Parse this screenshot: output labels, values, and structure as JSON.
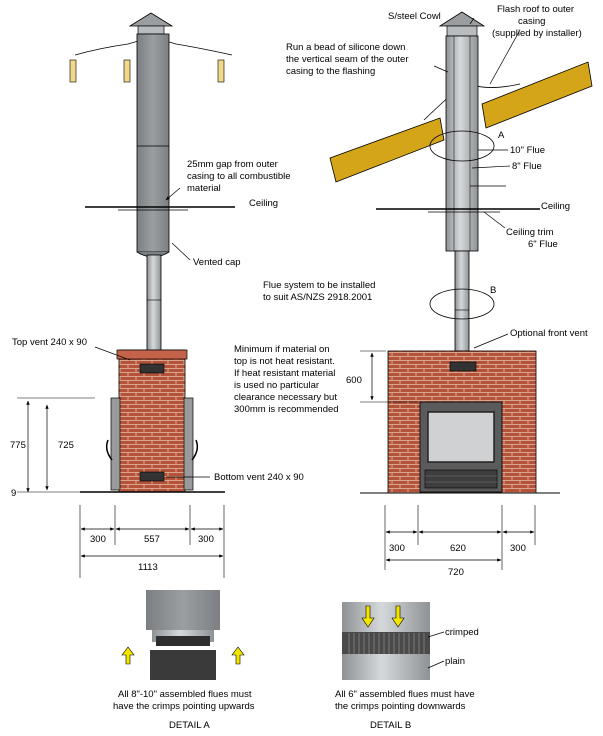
{
  "labels": {
    "gap_1": "25mm gap from outer",
    "gap_2": "casing to all combustible",
    "gap_3": "material",
    "ceiling_left": "Ceiling",
    "vented_cap": "Vented cap",
    "top_vent": "Top vent 240 x 90",
    "bottom_vent": "Bottom vent 240 x 90",
    "steel_cowl": "S/steel Cowl",
    "silicone_1": "Run a bead of silicone down",
    "silicone_2": "the vertical seam of the outer",
    "silicone_3": "casing to the flashing",
    "flash_1": "Flash roof to outer",
    "flash_2": "casing",
    "flash_3": "(supplied by installer)",
    "detail_a_marker": "A",
    "flue_10": "10\" Flue",
    "flue_8": "8\" Flue",
    "ceiling_right": "Ceiling",
    "ceiling_trim": "Ceiling trim",
    "flue_6": "6\" Flue",
    "detail_b_marker": "B",
    "flue_system_1": "Flue system to be installed",
    "flue_system_2": "to suit AS/NZS 2918.2001",
    "optional_vent": "Optional front vent",
    "min_1": "Minimum if material on",
    "min_2": "top is not heat resistant.",
    "min_3": "If heat resistant material",
    "min_4": "is used no particular",
    "min_5": "clearance necessary but",
    "min_6": "300mm is recommended",
    "crimped": "crimped",
    "plain": "plain"
  },
  "dimensions": {
    "h_775": "775",
    "h_725": "725",
    "h_9": "9",
    "left_300a": "300",
    "left_557": "557",
    "left_300b": "300",
    "left_total": "1113",
    "right_600": "600",
    "right_300a": "300",
    "right_620": "620",
    "right_300b": "300",
    "right_total": "720"
  },
  "details": {
    "a_caption_1": "All 8\"-10\" assembled flues must",
    "a_caption_2": "have the crimps pointing upwards",
    "a_title": "DETAIL A",
    "b_caption_1": "All 6\" assembled flues must have",
    "b_caption_2": "the crimps pointing downwards",
    "b_title": "DETAIL B"
  },
  "colors": {
    "brick": "#b5533a",
    "mortar": "#d9a58f",
    "stone": "#8a8d90",
    "flue": "#a8acaf",
    "roof": "#d4a419",
    "arrow_yellow": "#f2e600"
  }
}
